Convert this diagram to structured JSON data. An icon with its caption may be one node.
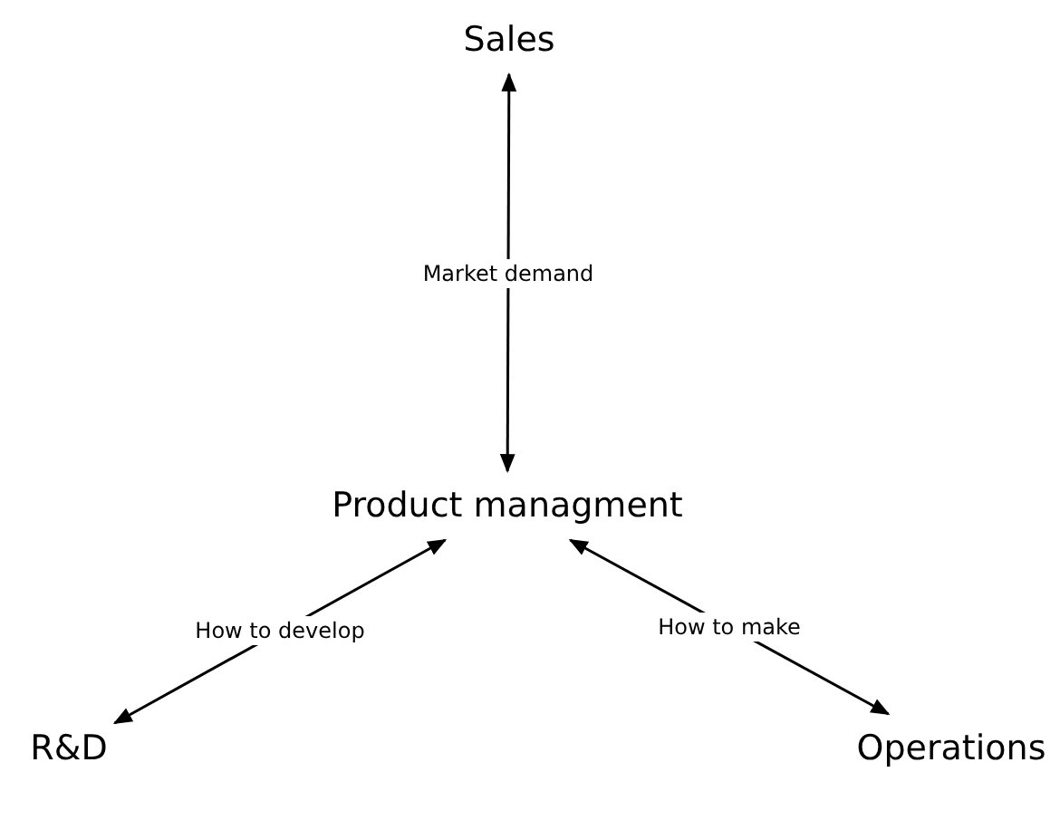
{
  "diagram": {
    "nodes": [
      {
        "text": [
          "Sales"
        ]
      },
      {
        "text": [
          "Product managment"
        ]
      },
      {
        "text": [
          "R&D"
        ]
      },
      {
        "text": [
          "Operations"
        ]
      }
    ],
    "edges": [
      {
        "from": 0,
        "to": 1,
        "arrow": "both",
        "label": "Market demand"
      },
      {
        "from": 1,
        "to": 2,
        "arrow": "both",
        "label": "How to develop"
      },
      {
        "from": 1,
        "to": 3,
        "arrow": "both",
        "label": "How to make"
      }
    ]
  }
}
